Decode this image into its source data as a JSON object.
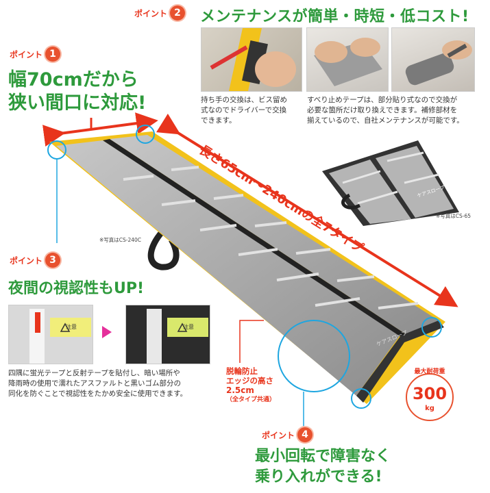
{
  "point2": {
    "label": "ポイント",
    "num": "2",
    "title": "メンテナンスが簡単・時短・低コスト!",
    "desc_left": [
      "持ち手の交換は、ビス留め",
      "式なのでドライバーで交換",
      "できます。"
    ],
    "desc_right": [
      "すべり止めテープは、部分貼り式なので交換が",
      "必要な箇所だけ取り換えできます。補修部材を",
      "揃えているので、自社メンテナンスが可能です。"
    ]
  },
  "point1": {
    "label": "ポイント",
    "num": "1",
    "title_line1": "幅70cmだから",
    "title_line2": "狭い間口に対応!"
  },
  "length_text": "長さ65cm～240cmの全7タイプ",
  "small_photo_caption": "※写真はCS-65",
  "main_photo_caption": "※写真はCS-240C",
  "ramp_brand": "ケアスロープ",
  "point3": {
    "label": "ポイント",
    "num": "3",
    "title": "夜間の視認性もUP!",
    "caution": "注意",
    "desc": [
      "四隅に蛍光テープと反射テープを貼付し、暗い場所や",
      "降雨時の使用で濡れたアスファルトと黒いゴム部分の",
      "同化を防ぐことで視認性をたかめ安全に使用できます。"
    ]
  },
  "edge": {
    "line1": "脱輪防止",
    "line2": "エッジの高さ",
    "line3": "2.5cm",
    "line4": "（全タイプ共通）"
  },
  "load": {
    "label": "最大耐荷重",
    "value": "300",
    "unit": "kg"
  },
  "point4": {
    "label": "ポイント",
    "num": "4",
    "title_line1": "最小回転で障害なく",
    "title_line2": "乗り入れができる!"
  },
  "colors": {
    "accent_red": "#e8341c",
    "accent_green": "#2e9a3c",
    "ramp_yellow": "#f2c21b",
    "ramp_gray": "#a9a9a9",
    "highlight_blue": "#1ea6e0"
  }
}
